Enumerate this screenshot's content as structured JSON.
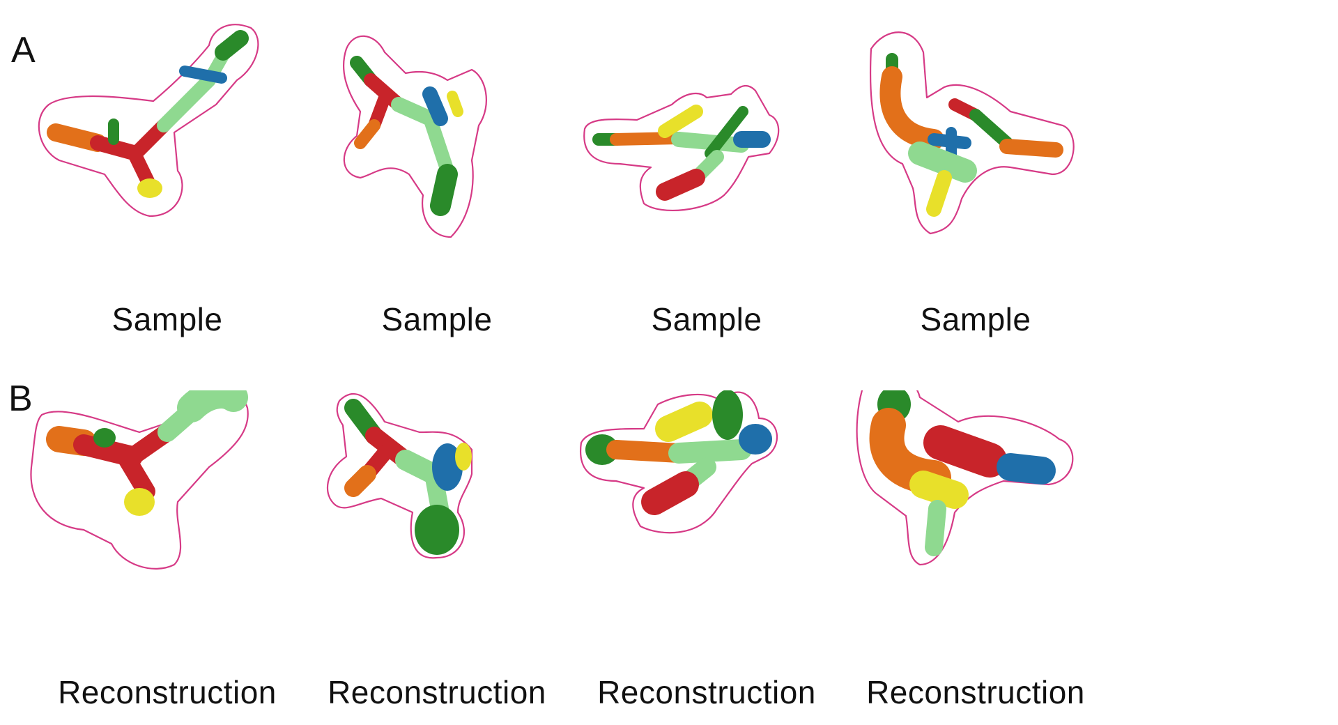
{
  "panels": {
    "a": {
      "letter": "A",
      "caption": "Sample",
      "items": [
        {
          "caption": "Sample"
        },
        {
          "caption": "Sample"
        },
        {
          "caption": "Sample"
        },
        {
          "caption": "Sample"
        }
      ]
    },
    "b": {
      "letter": "B",
      "caption": "Reconstruction",
      "items": [
        {
          "caption": "Reconstruction"
        },
        {
          "caption": "Reconstruction"
        },
        {
          "caption": "Reconstruction"
        },
        {
          "caption": "Reconstruction"
        }
      ]
    }
  },
  "colors": {
    "outline": "#d63a86",
    "red": "#c8242a",
    "dark_green": "#2a8a2a",
    "light_green": "#8fd990",
    "blue": "#1f6faa",
    "yellow": "#e8e02a",
    "orange": "#e2701a"
  }
}
